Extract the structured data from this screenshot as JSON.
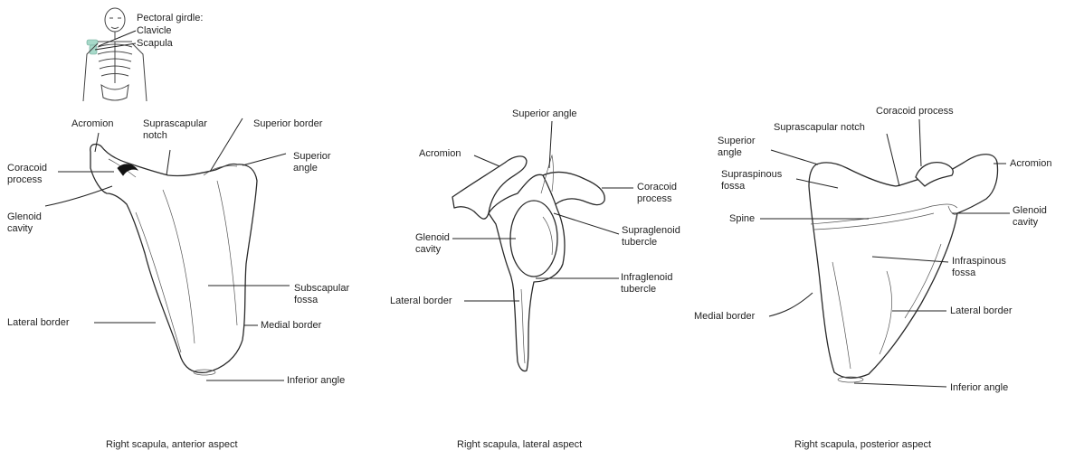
{
  "inset": {
    "heading": "Pectoral girdle:",
    "items": [
      "Clavicle",
      "Scapula"
    ],
    "highlight_color": "#a7d9c9"
  },
  "panels": {
    "anterior": {
      "caption": "Right scapula, anterior aspect",
      "labels": {
        "acromion": "Acromion",
        "suprascapular_notch": "Suprascapular\nnotch",
        "superior_border": "Superior border",
        "superior_angle": "Superior\nangle",
        "coracoid_process": "Coracoid\nprocess",
        "glenoid_cavity": "Glenoid\ncavity",
        "subscapular_fossa": "Subscapular\nfossa",
        "lateral_border": "Lateral border",
        "medial_border": "Medial border",
        "inferior_angle": "Inferior angle"
      }
    },
    "lateral": {
      "caption": "Right scapula, lateral aspect",
      "labels": {
        "superior_angle": "Superior angle",
        "acromion": "Acromion",
        "coracoid_process": "Coracoid\nprocess",
        "supraglenoid_tubercle": "Supraglenoid\ntubercle",
        "glenoid_cavity": "Glenoid\ncavity",
        "infraglenoid_tubercle": "Infraglenoid\ntubercle",
        "lateral_border": "Lateral border"
      }
    },
    "posterior": {
      "caption": "Right scapula, posterior aspect",
      "labels": {
        "coracoid_process": "Coracoid process",
        "suprascapular_notch": "Suprascapular notch",
        "superior_angle": "Superior\nangle",
        "supraspinous_fossa": "Supraspinous\nfossa",
        "acromion": "Acromion",
        "spine": "Spine",
        "glenoid_cavity": "Glenoid\ncavity",
        "infraspinous_fossa": "Infraspinous\nfossa",
        "medial_border": "Medial border",
        "lateral_border": "Lateral border",
        "inferior_angle": "Inferior angle"
      }
    }
  }
}
